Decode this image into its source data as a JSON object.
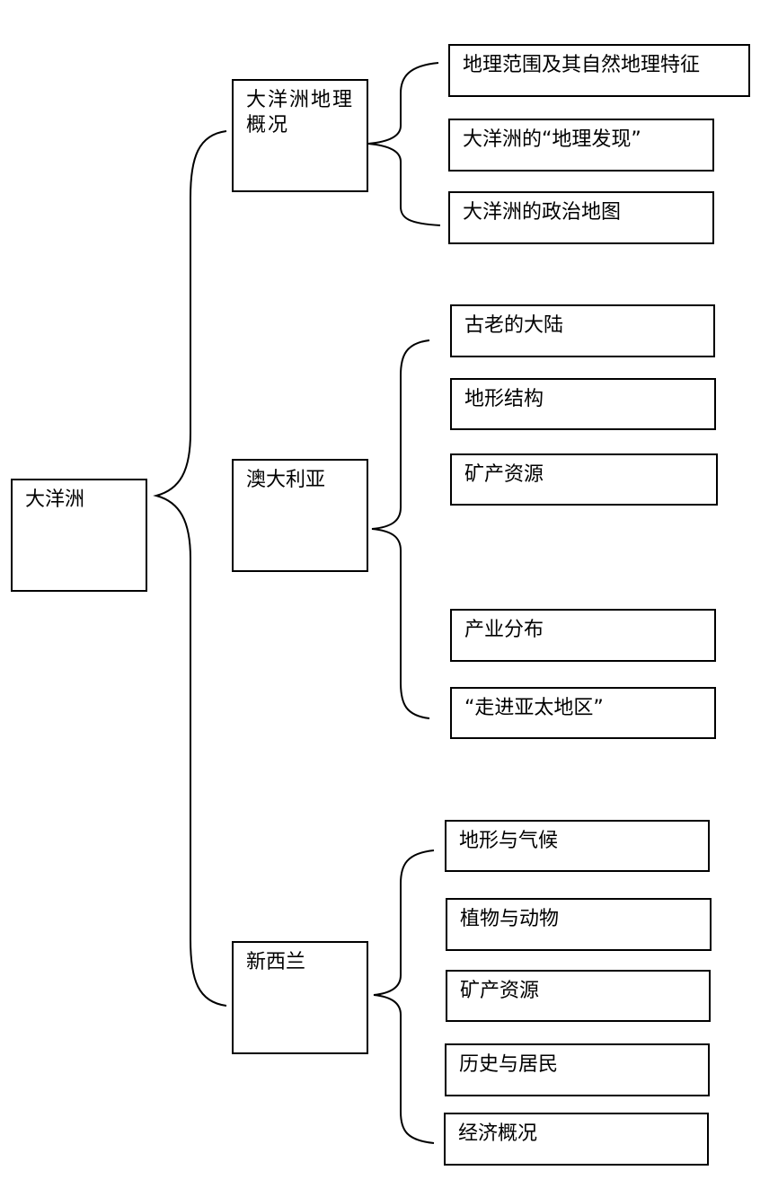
{
  "diagram": {
    "root": {
      "label": "大洋洲"
    },
    "branches": [
      {
        "label": "大洋洲地理概况",
        "children": [
          "地理范围及其自然地理特征",
          "大洋洲的“地理发现”",
          "大洋洲的政治地图"
        ]
      },
      {
        "label": "澳大利亚",
        "children": [
          "古老的大陆",
          "地形结构",
          "矿产资源",
          "产业分布",
          "“走进亚太地区”"
        ]
      },
      {
        "label": "新西兰",
        "children": [
          "地形与气候",
          "植物与动物",
          "矿产资源",
          "历史与居民",
          "经济概况"
        ]
      }
    ]
  }
}
